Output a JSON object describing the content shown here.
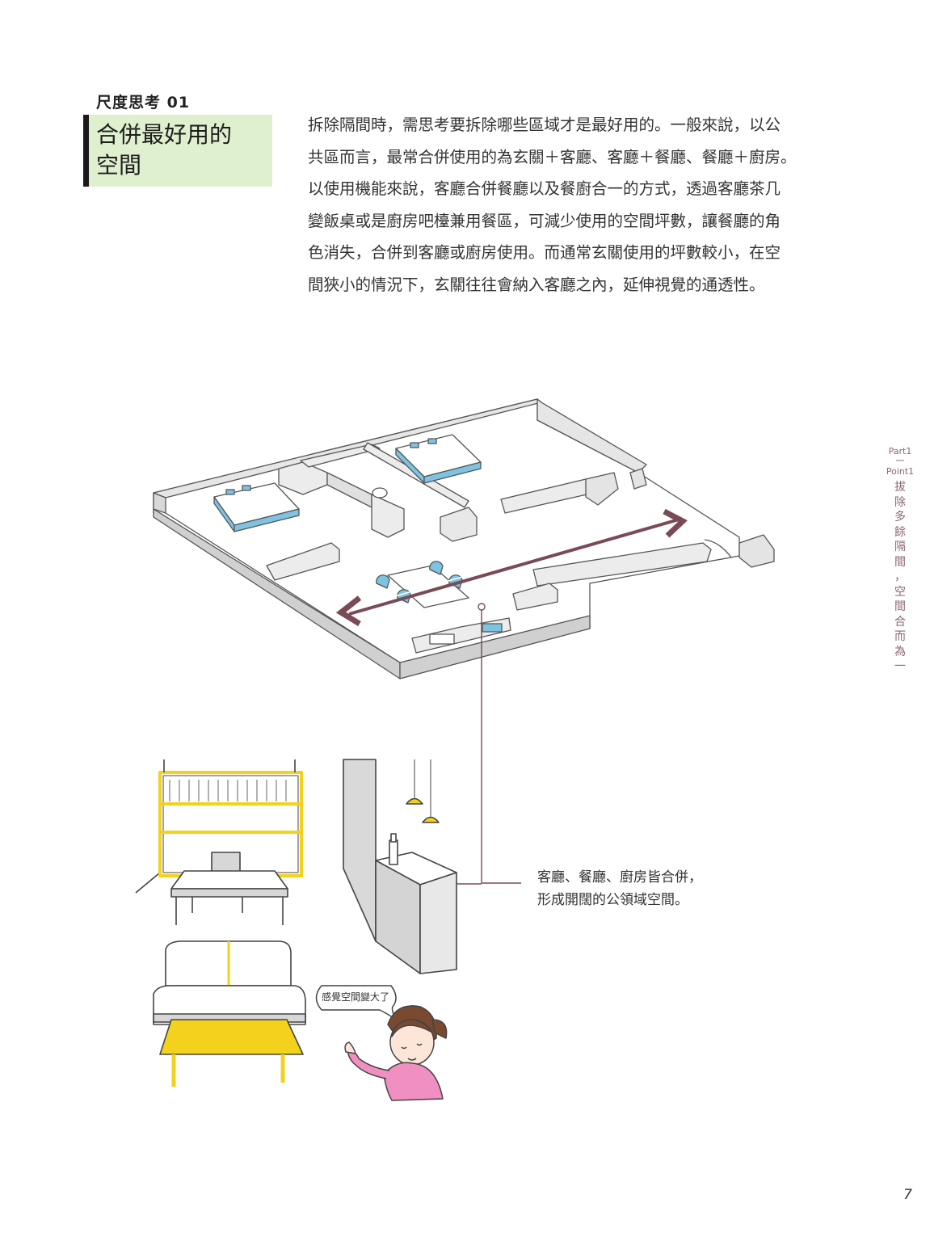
{
  "section": {
    "label": "尺度思考 01",
    "title_lines": [
      "合併最好用的",
      "空間"
    ]
  },
  "body_lines": [
    "拆除隔間時，需思考要拆除哪些區域才是最好用的。一般來說，以公",
    "共區而言，最常合併使用的為玄關＋客廳、客廳＋餐廳、餐廳＋廚房。",
    "以使用機能來說，客廳合併餐廳以及餐廚合一的方式，透過客廳茶几",
    "變飯桌或是廚房吧檯兼用餐區，可減少使用的空間坪數，讓餐廳的角",
    "色消失，合併到客廳或廚房使用。而通常玄關使用的坪數較小，在空",
    "間狹小的情況下，玄關往往會納入客廳之內，延伸視覺的通透性。"
  ],
  "side_nav": {
    "part": "Part1",
    "dash1": "一",
    "point": "Point1",
    "chapter_chars": [
      "拔",
      "除",
      "多",
      "餘",
      "隔",
      "間",
      "，",
      "空",
      "間",
      "合",
      "而",
      "為",
      "一"
    ]
  },
  "caption_lines": [
    "客廳、餐廳、廚房皆合併，",
    "形成開闊的公領域空間。"
  ],
  "speech_bubble": "感覺空間變大了",
  "page_number": "7",
  "colors": {
    "title_bg": "#dff0cf",
    "accent_line": "#7a4a55",
    "furniture_yellow": "#f2d21c",
    "bed_blue": "#7cc4e2",
    "shirt_pink": "#f08fc2"
  }
}
